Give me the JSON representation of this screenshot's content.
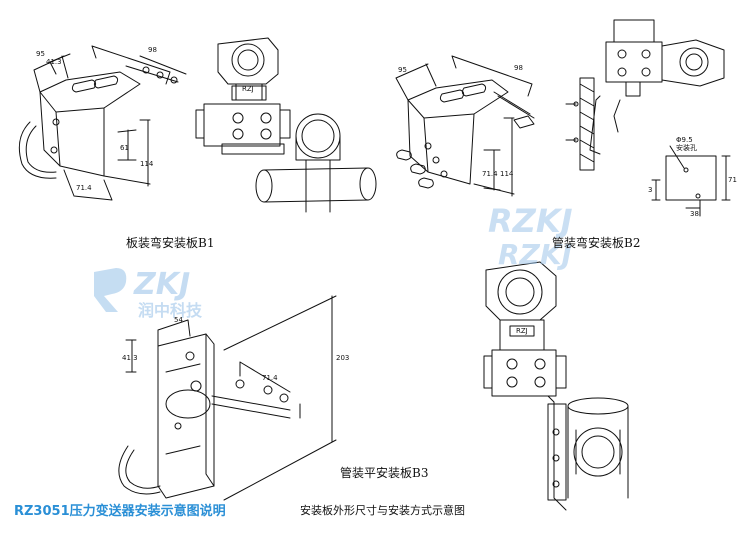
{
  "labels": {
    "b1": "板装弯安装板B1",
    "b2": "管装弯安装板B2",
    "b3": "管装平安装板B3"
  },
  "footer": {
    "title": "RZ3051压力变送器安装示意图说明",
    "subtitle": "安装板外形尺寸与安装方式示意图"
  },
  "watermark": {
    "letters": "RZKJ",
    "chinese": "润中科技"
  },
  "dimensions": {
    "b1": [
      "95",
      "98",
      "41.3",
      "61",
      "114",
      "71.4"
    ],
    "b2": [
      "95",
      "98",
      "71.4",
      "114"
    ],
    "b2_detail": [
      "Φ9.5",
      "安装孔",
      "3",
      "71",
      "38"
    ],
    "b3": [
      "54",
      "41.3",
      "71.4",
      "203"
    ]
  },
  "plate_text": "RZJ",
  "colors": {
    "brand_blue": "#2a8fd6",
    "watermark_blue": "#9fc6ea",
    "line": "#111111"
  }
}
